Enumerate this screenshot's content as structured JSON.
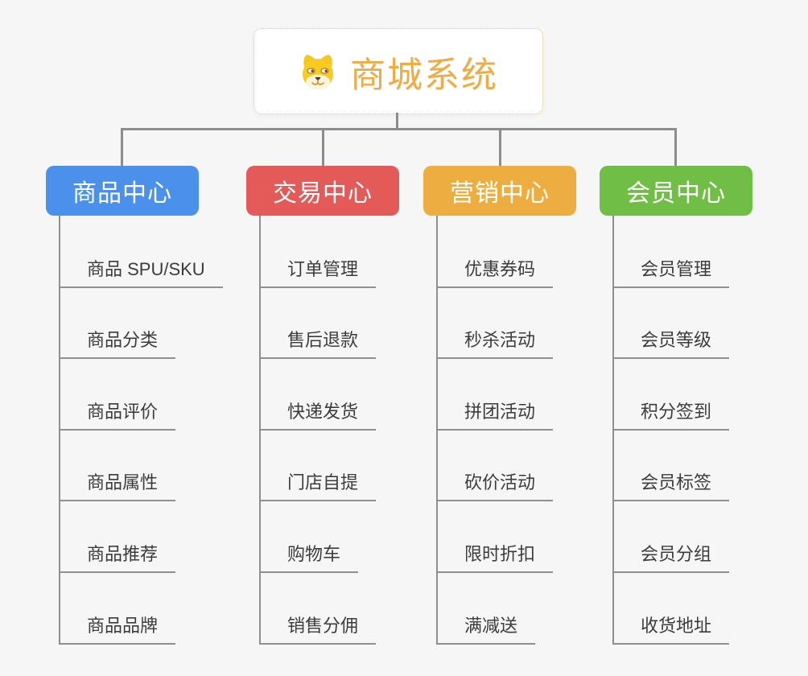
{
  "root": {
    "title": "商城系统",
    "icon": "dog-face-icon"
  },
  "branches": [
    {
      "label": "商品中心",
      "color": "#4b91ec",
      "children": [
        "商品 SPU/SKU",
        "商品分类",
        "商品评价",
        "商品属性",
        "商品推荐",
        "商品品牌"
      ]
    },
    {
      "label": "交易中心",
      "color": "#e45a59",
      "children": [
        "订单管理",
        "售后退款",
        "快递发货",
        "门店自提",
        "购物车",
        "销售分佣"
      ]
    },
    {
      "label": "营销中心",
      "color": "#eead40",
      "children": [
        "优惠券码",
        "秒杀活动",
        "拼团活动",
        "砍价活动",
        "限时折扣",
        "满减送"
      ]
    },
    {
      "label": "会员中心",
      "color": "#70be45",
      "children": [
        "会员管理",
        "会员等级",
        "积分签到",
        "会员标签",
        "会员分组",
        "收货地址"
      ]
    }
  ],
  "style": {
    "background": "#f6f6f7",
    "connector_color": "#8c8c8c",
    "leaf_line_color": "#8f8f8f",
    "root_text_color": "#f0ab44",
    "root_border_color": "#f2bc5e",
    "leaf_text_color": "#3c3c3c"
  }
}
